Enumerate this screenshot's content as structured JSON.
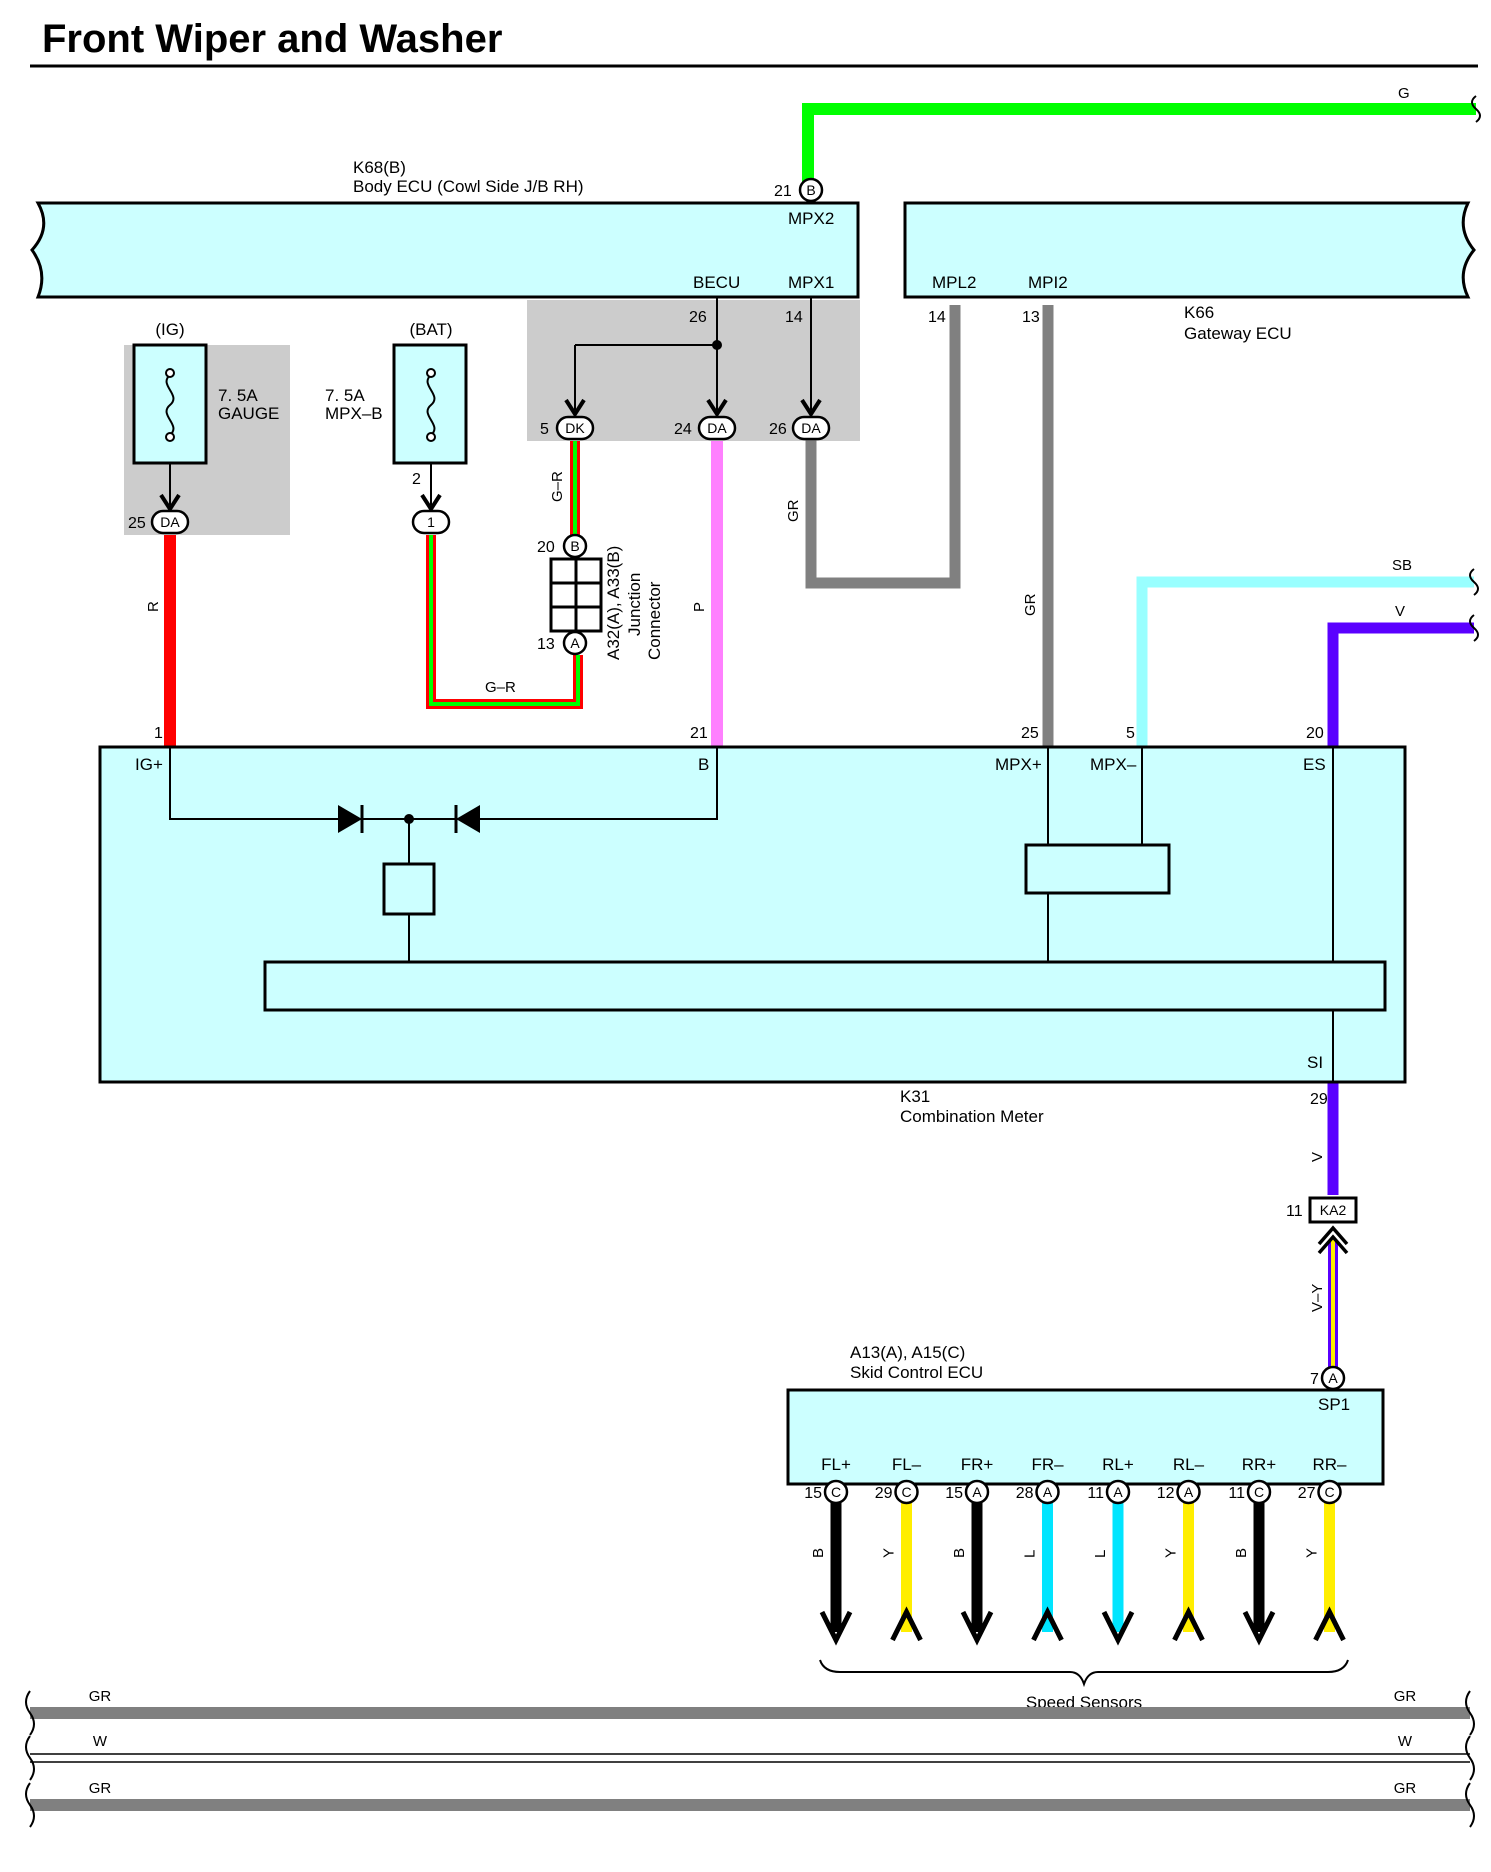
{
  "title": "Front Wiper and Washer",
  "colors": {
    "R": "#ff0000",
    "G": "#00ff00",
    "GR": "#808080",
    "P": "#ff80ff",
    "SB": "#99ffff",
    "V": "#5a00ff",
    "Y": "#ffee00",
    "L": "#00e5ff",
    "B": "#000000",
    "W": "#ffffff",
    "box": "#ccffff",
    "gray_zone": "#cccccc"
  },
  "components": {
    "body_ecu": {
      "code": "K68(B)",
      "name": "Body ECU (Cowl Side J/B RH)",
      "pins": {
        "mpx2": "MPX2",
        "becu": "BECU",
        "mpx1": "MPX1"
      }
    },
    "gateway_ecu": {
      "code": "K66",
      "name": "Gateway ECU",
      "pins": {
        "mpl2": "MPL2",
        "mpi2": "MPI2"
      }
    },
    "combination_meter": {
      "code": "K31",
      "name": "Combination Meter",
      "pins": {
        "ig": "IG+",
        "b": "B",
        "mpxp": "MPX+",
        "mpxm": "MPX–",
        "es": "ES",
        "si": "SI"
      }
    },
    "skid_control_ecu": {
      "code": "A13(A), A15(C)",
      "name": "Skid Control ECU",
      "pins": {
        "sp1": "SP1",
        "sensors": [
          "FL+",
          "FL–",
          "FR+",
          "FR–",
          "RL+",
          "RL–",
          "RR+",
          "RR–"
        ]
      }
    },
    "junction_connector": {
      "code": "A32(A), A33(B)",
      "name_line1": "Junction",
      "name_line2": "Connector"
    },
    "fuse_gauge": {
      "source": "(IG)",
      "rating": "7. 5A",
      "name": "GAUGE"
    },
    "fuse_mpxb": {
      "source": "(BAT)",
      "rating": "7. 5A",
      "name": "MPX–B"
    },
    "speed_sensors": {
      "name": "Speed Sensors"
    }
  },
  "connectors": {
    "c_b21": "B",
    "c_dk5": "DK",
    "c_da24": "DA",
    "c_da26": "DA",
    "c_da25": "DA",
    "c_1": "1",
    "c_b20": "B",
    "c_a13": "A",
    "c_ka2": "KA2",
    "c_a7": "A",
    "sensor_conns": [
      "C",
      "C",
      "A",
      "A",
      "A",
      "A",
      "C",
      "C"
    ]
  },
  "pin_numbers": {
    "p21_top": "21",
    "p26": "26",
    "p14": "14",
    "p5": "5",
    "p24": "24",
    "p26b": "26",
    "p14_gw": "14",
    "p13_gw": "13",
    "p25_fuse": "25",
    "p2": "2",
    "p20": "20",
    "p13": "13",
    "p1": "1",
    "p21": "21",
    "p25": "25",
    "p5m": "5",
    "p20m": "20",
    "p29": "29",
    "p11": "11",
    "p7": "7",
    "sensor_pins": [
      "15",
      "29",
      "15",
      "28",
      "11",
      "12",
      "11",
      "27"
    ]
  },
  "wire_labels": {
    "g_top": "G",
    "gr_loop": "GR",
    "gr_mpi2": "GR",
    "sb": "SB",
    "v": "V",
    "r": "R",
    "g_r_vert": "G–R",
    "g_r_horiz": "G–R",
    "p": "P",
    "v_meter": "V",
    "v_y": "V–Y",
    "sensor_wires": [
      "B",
      "Y",
      "B",
      "L",
      "L",
      "Y",
      "B",
      "Y"
    ],
    "bottom": [
      {
        "left": "GR",
        "right": "GR"
      },
      {
        "left": "W",
        "right": "W"
      },
      {
        "left": "GR",
        "right": "GR"
      }
    ]
  }
}
